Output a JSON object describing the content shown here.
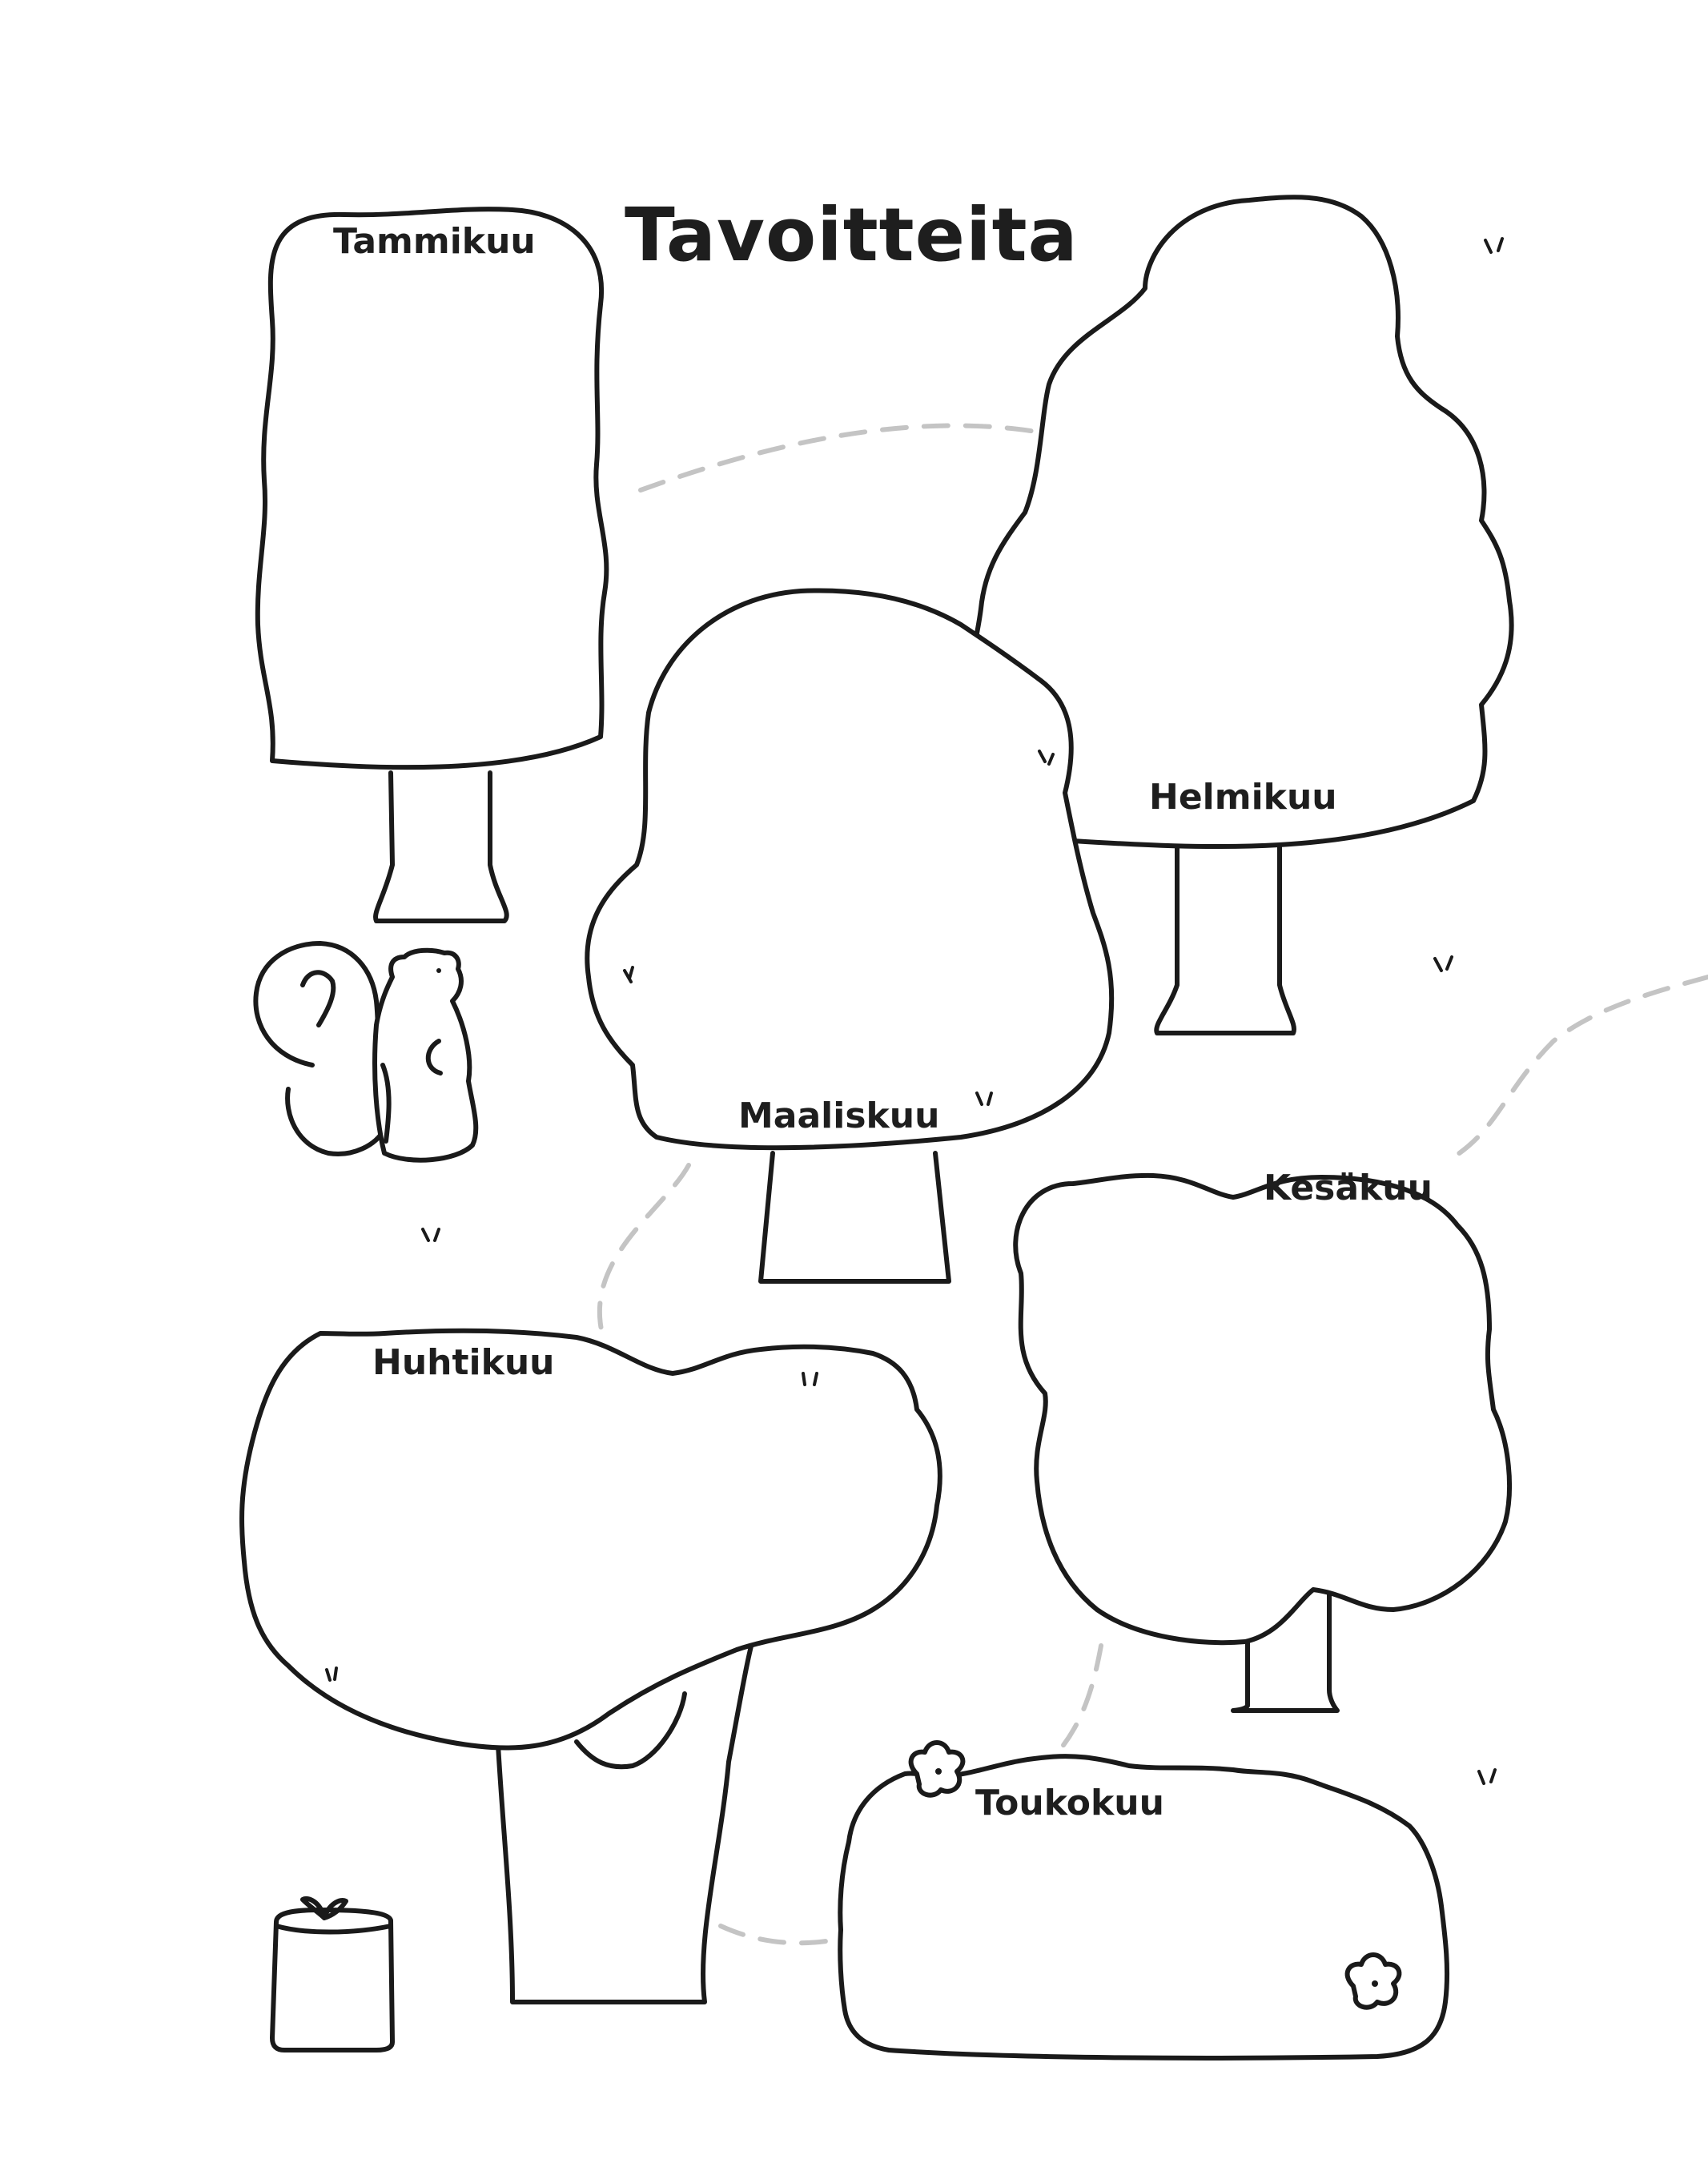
{
  "title": "Tavoitteita",
  "months": {
    "january": "Tammikuu",
    "february": "Helmikuu",
    "march": "Maaliskuu",
    "april": "Huhtikuu",
    "may": "Toukokuu",
    "june": "Kesäkuu"
  },
  "colors": {
    "ink": "#1a1a1a",
    "path": "#c4c4c4",
    "background": "#ffffff"
  }
}
